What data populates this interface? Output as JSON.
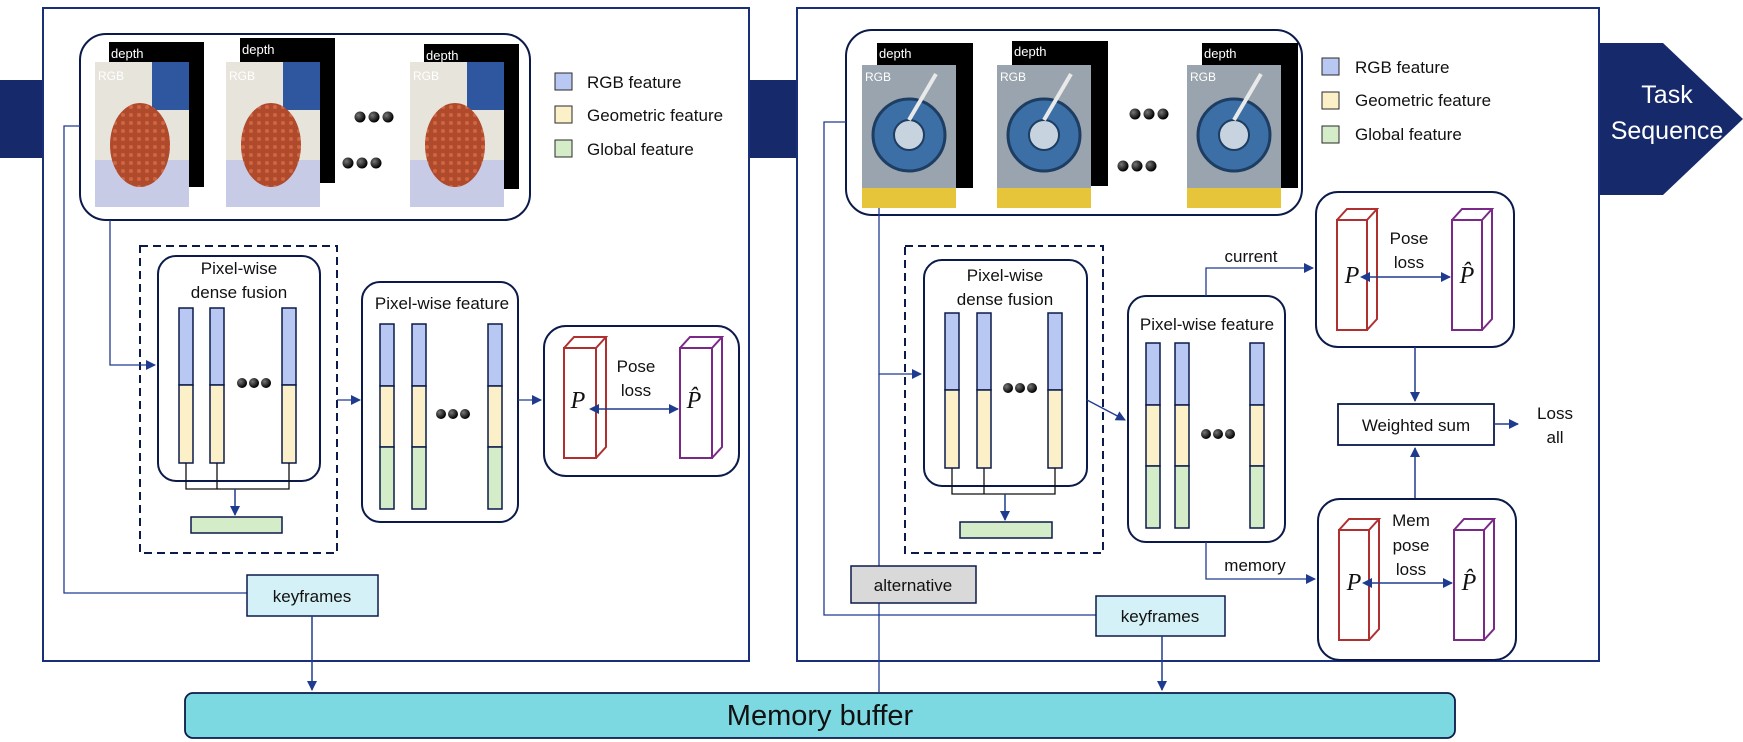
{
  "colors": {
    "navy": "#16296b",
    "line_blue": "#2a4a9e",
    "rgb_feature": "#b9c8f2",
    "geometric_feature": "#fbf0c7",
    "global_feature": "#d4ecc8",
    "keyframes_fill": "#d3f1f6",
    "alternative_fill": "#d9d9d9",
    "memory_buffer_fill": "#7cd9e2",
    "pred_box": "#b03030",
    "gt_box": "#7a2a86"
  },
  "banner": {
    "task_line1": "Task",
    "task_line2": "Sequence"
  },
  "legend": {
    "rgb_feature": "RGB feature",
    "geometric_feature": "Geometric feature",
    "global_feature": "Global feature"
  },
  "image_labels": {
    "depth": "depth",
    "rgb": "RGB"
  },
  "left_panel": {
    "fusion_title_1": "Pixel-wise",
    "fusion_title_2": "dense fusion",
    "feature_title": "Pixel-wise feature",
    "pose_loss_1": "Pose",
    "pose_loss_2": "loss",
    "pred_symbol": "P",
    "gt_symbol": "P̂",
    "keyframes": "keyframes"
  },
  "right_panel": {
    "fusion_title_1": "Pixel-wise",
    "fusion_title_2": "dense fusion",
    "feature_title": "Pixel-wise feature",
    "current": "current",
    "memory": "memory",
    "pose_loss_1": "Pose",
    "pose_loss_2": "loss",
    "mem_loss_1": "Mem",
    "mem_loss_2": "pose",
    "mem_loss_3": "loss",
    "pred_symbol": "P",
    "gt_symbol": "P̂",
    "weighted_sum": "Weighted sum",
    "loss_all_1": "Loss",
    "loss_all_2": "all",
    "alternative": "alternative",
    "keyframes": "keyframes"
  },
  "memory_buffer": "Memory buffer"
}
